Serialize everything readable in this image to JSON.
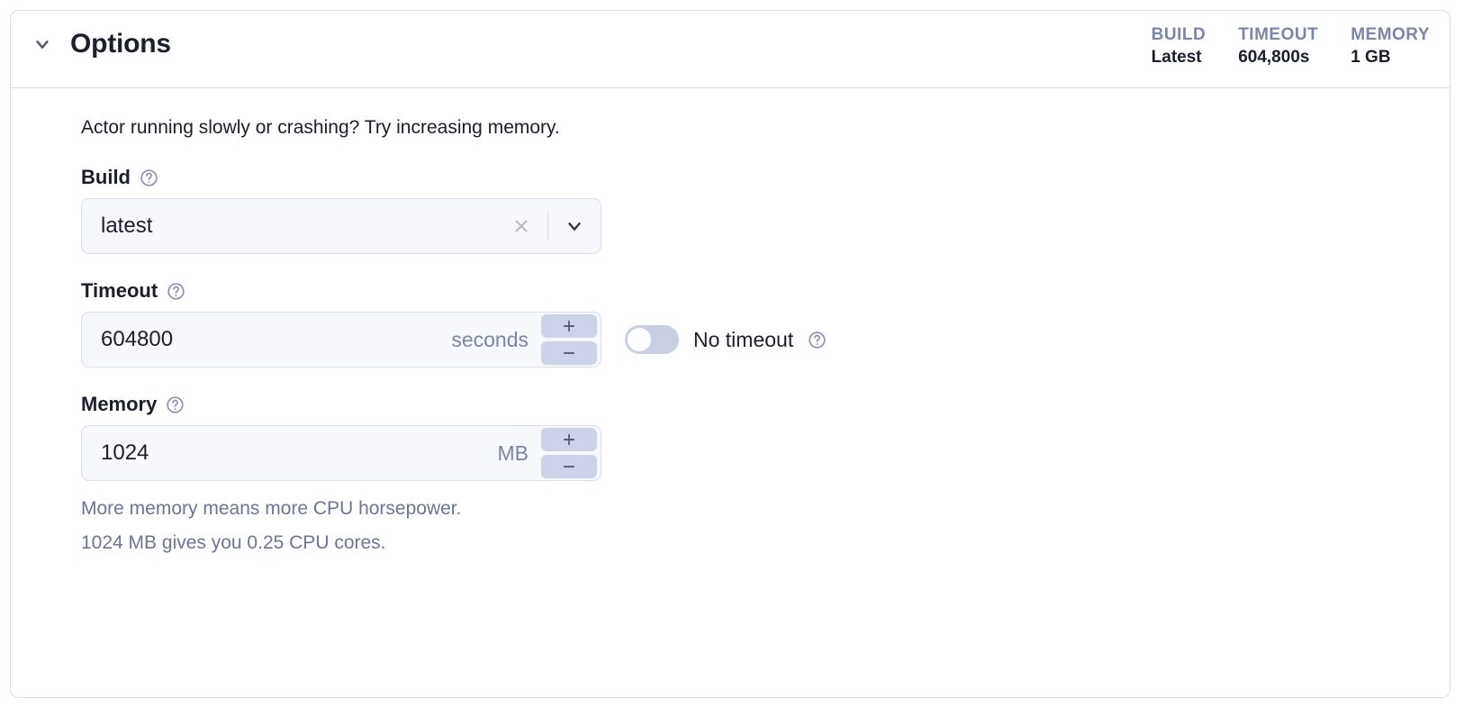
{
  "section": {
    "title": "Options",
    "collapse_icon": "chevron-down-icon",
    "expanded": true
  },
  "header_metrics": [
    {
      "label": "BUILD",
      "value": "Latest"
    },
    {
      "label": "TIMEOUT",
      "value": "604,800s"
    },
    {
      "label": "MEMORY",
      "value": "1 GB"
    }
  ],
  "body": {
    "lead_text": "Actor running slowly or crashing? Try increasing memory.",
    "build": {
      "label": "Build",
      "help_icon": "help-circle-icon",
      "value": "latest",
      "clear_icon": "close-icon",
      "dropdown_icon": "chevron-down-icon"
    },
    "timeout": {
      "label": "Timeout",
      "help_icon": "help-circle-icon",
      "value": "604800",
      "unit": "seconds",
      "increment_icon": "plus-icon",
      "decrement_icon": "minus-icon",
      "no_timeout_label": "No timeout",
      "no_timeout_help_icon": "help-circle-icon",
      "no_timeout_enabled": false
    },
    "memory": {
      "label": "Memory",
      "help_icon": "help-circle-icon",
      "value": "1024",
      "unit": "MB",
      "increment_icon": "plus-icon",
      "decrement_icon": "minus-icon",
      "helper_line_1": "More memory means more CPU horsepower.",
      "helper_line_2": "1024 MB gives you 0.25 CPU cores."
    }
  },
  "colors": {
    "card_border": "#d8dcee",
    "input_bg": "#f7f8fc",
    "input_border": "#dadeee",
    "stepper_bg": "#ccd2e8",
    "toggle_track": "#c9cfe3",
    "muted_text": "#6c7694",
    "metric_label": "#7b85a8",
    "text": "#1b1f2b"
  }
}
